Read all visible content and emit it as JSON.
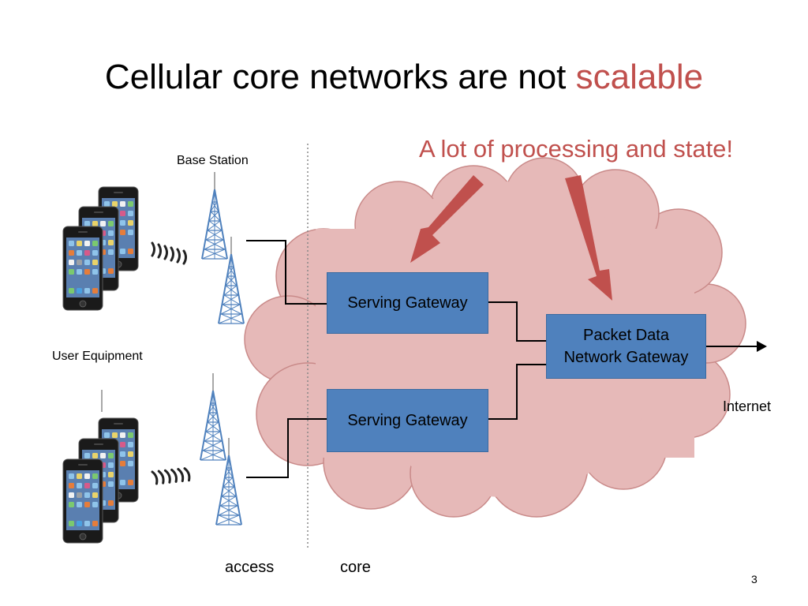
{
  "slide": {
    "title_prefix": "Cellular core networks are not ",
    "title_highlight": "scalable",
    "callout": "A lot of processing and state!",
    "page_number": "3"
  },
  "labels": {
    "base_station": "Base Station",
    "user_equipment": "User Equipment",
    "internet": "Internet",
    "access": "access",
    "core": "core"
  },
  "gateways": {
    "serving_gateway_top": "Serving Gateway",
    "serving_gateway_bottom": "Serving Gateway",
    "pdn_gateway_line1": "Packet Data",
    "pdn_gateway_line2": "Network Gateway"
  },
  "colors": {
    "accent": "#c0504d",
    "cloud_fill": "#e6b9b8",
    "cloud_stroke": "#c98a89",
    "gateway_box": "#4f81bd",
    "arrow": "#c0504d",
    "tower": "#4f81bd"
  }
}
